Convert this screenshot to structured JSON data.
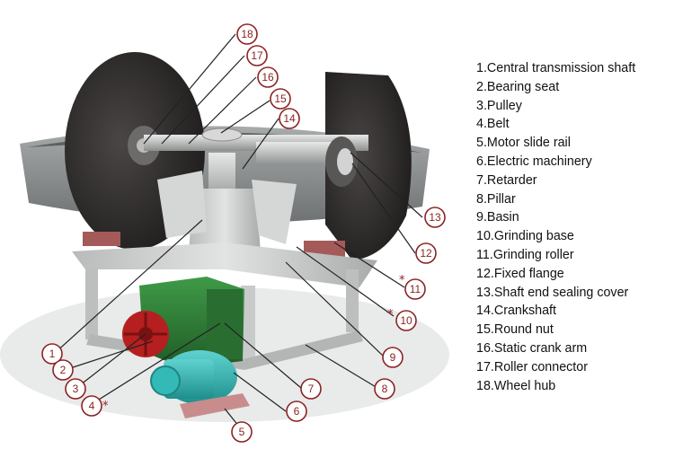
{
  "legend": [
    "1.Central transmission shaft",
    "2.Bearing seat",
    "3.Pulley",
    "4.Belt",
    "5.Motor slide rail",
    "6.Electric machinery",
    "7.Retarder",
    "8.Pillar",
    "9.Basin",
    "10.Grinding base",
    "11.Grinding roller",
    "12.Fixed flange",
    "13.Shaft end sealing cover",
    "14.Crankshaft",
    "15.Round nut",
    "16.Static crank arm",
    "17.Roller connector",
    "18.Wheel hub"
  ],
  "callouts": [
    "1",
    "2",
    "3",
    "4",
    "5",
    "6",
    "7",
    "8",
    "9",
    "10",
    "11",
    "12",
    "13",
    "14",
    "15",
    "16",
    "17",
    "18"
  ],
  "starred_callouts": [
    "4",
    "10",
    "11"
  ],
  "star_symbol": "*",
  "colors": {
    "callout_outline": "#8b2323",
    "leader_line": "#222222",
    "machine_dark": "#2d2a2a",
    "basin_steel": "#8f9292",
    "frame_steel": "#c8c9c9",
    "retarder_green": "#2f7a37",
    "pulley_red": "#b51f1f",
    "motor_teal": "#2fb3b1",
    "slide_rail_pink": "#c98c8c"
  }
}
